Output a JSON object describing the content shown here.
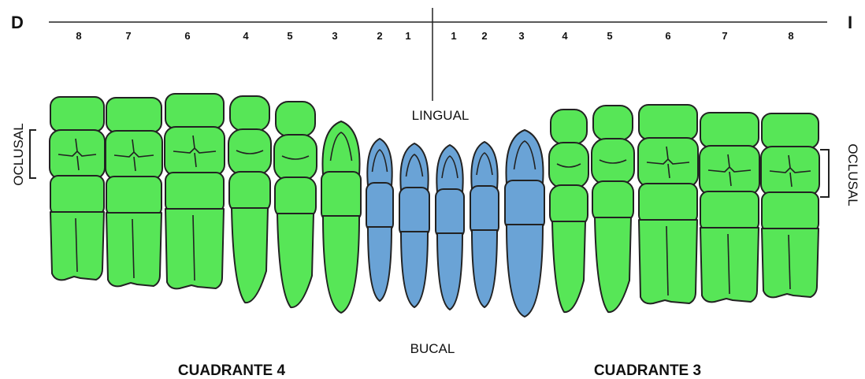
{
  "side_left": "D",
  "side_right": "I",
  "lingual": "LINGUAL",
  "bucal": "BUCAL",
  "oclusal_left": "OCLUSAL",
  "oclusal_right": "OCLUSAL",
  "quadrant_left": "CUADRANTE 4",
  "quadrant_right": "CUADRANTE 3",
  "colors": {
    "green": "#57e657",
    "blue": "#6aa3d6",
    "outline": "#222222"
  },
  "teeth": [
    {
      "number": "8",
      "type": "molar",
      "color": "green"
    },
    {
      "number": "7",
      "type": "molar",
      "color": "green"
    },
    {
      "number": "6",
      "type": "molar",
      "color": "green"
    },
    {
      "number": "4",
      "type": "premolar",
      "color": "green"
    },
    {
      "number": "5",
      "type": "premolar",
      "color": "green"
    },
    {
      "number": "3",
      "type": "canine",
      "color": "green"
    },
    {
      "number": "2",
      "type": "incisor",
      "color": "blue"
    },
    {
      "number": "1",
      "type": "incisor",
      "color": "blue"
    },
    {
      "number": "1",
      "type": "incisor",
      "color": "blue"
    },
    {
      "number": "2",
      "type": "incisor",
      "color": "blue"
    },
    {
      "number": "3",
      "type": "canine",
      "color": "blue"
    },
    {
      "number": "4",
      "type": "premolar",
      "color": "green"
    },
    {
      "number": "5",
      "type": "premolar",
      "color": "green"
    },
    {
      "number": "6",
      "type": "molar",
      "color": "green"
    },
    {
      "number": "7",
      "type": "molar",
      "color": "green"
    },
    {
      "number": "8",
      "type": "molar",
      "color": "green"
    }
  ]
}
